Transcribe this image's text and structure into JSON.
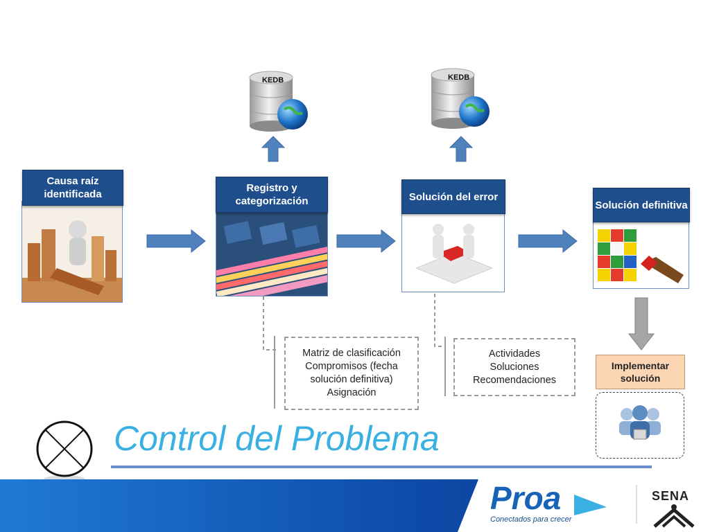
{
  "steps": [
    {
      "label": "Causa raíz identificada"
    },
    {
      "label": "Registro y categorización"
    },
    {
      "label": "Solución del error"
    },
    {
      "label": "Solución definitiva"
    }
  ],
  "kedb": [
    "KEDB",
    "KEDB"
  ],
  "notes": {
    "registro": [
      "Matriz de clasificación",
      "Compromisos (fecha",
      "solución definitiva)",
      "Asignación"
    ],
    "solucion": [
      "Actividades",
      "Soluciones",
      "Recomendaciones"
    ]
  },
  "implement": {
    "label": "Implementar solución"
  },
  "title": "Control del Problema",
  "footer": {
    "brand": "Proa",
    "tagline": "Conectados para crecer",
    "partner": "SENA"
  },
  "colors": {
    "label_bg": "#1f4e8c",
    "arrow": "#4f81bd",
    "title": "#3ab0e2",
    "implement_bg": "#fcd5b4",
    "footer_blue": "#1565c0"
  }
}
